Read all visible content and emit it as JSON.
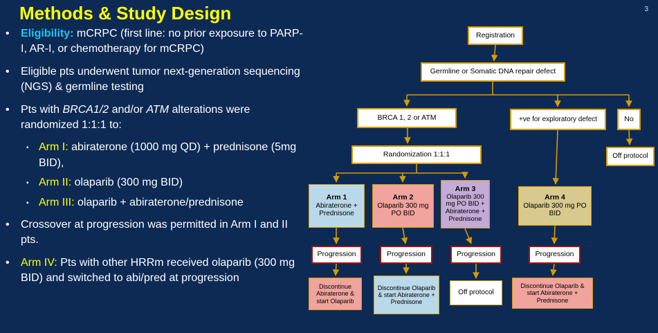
{
  "slide": {
    "title": "Methods & Study Design",
    "page_number": "3",
    "background_color": "#0d2a55",
    "title_color": "#ffff00",
    "accent_cyan": "#1fc4f2",
    "accent_yellow": "#ffff00"
  },
  "markers": {
    "bullet": "•",
    "sub_bullet": "▪"
  },
  "bullets": {
    "b1": {
      "lead": "Eligibility:",
      "text": "mCRPC (first line: no prior exposure to PARP-I, AR-I, or chemotherapy for mCRPC)"
    },
    "b2": {
      "text": "Eligible pts underwent tumor next-generation sequencing (NGS) & germline testing"
    },
    "b3": {
      "pre": "Pts with ",
      "italic1": "BRCA1/2",
      "mid": " and/or ",
      "italic2": "ATM",
      "post": " alterations were randomized 1:1:1 to:"
    },
    "sub1": {
      "lead": "Arm I:",
      "text": "abiraterone (1000 mg QD) + prednisone (5mg BID),"
    },
    "sub2": {
      "lead": "Arm II:",
      "text": "olaparib (300 mg BID)"
    },
    "sub3": {
      "lead": "Arm III:",
      "text": "olaparib + abiraterone/prednisone"
    },
    "b4": {
      "text": "Crossover at progression was permitted in Arm I and II pts."
    },
    "b5": {
      "lead": "Arm IV:",
      "text": "Pts with other HRRm received olaparib (300 mg BID) and switched to abi/pred at progression"
    }
  },
  "flowchart": {
    "arrow_color": "#d79b00",
    "progression_border_color": "#9e1414",
    "registration": "Registration",
    "dna_defect": "Germline or Somatic DNA repair defect",
    "brca_branch": "BRCA 1, 2 or ATM",
    "exploratory_branch": "+ve for exploratory defect",
    "no_branch": "No",
    "off_protocol_top": "Off protocol",
    "randomization": "Randomization 1:1:1",
    "arm1": {
      "title": "Arm 1",
      "body": "Abiraterone + Prednisone",
      "fill": "#b9d9ea"
    },
    "arm2": {
      "title": "Arm 2",
      "body": "Olaparib 300 mg PO BID",
      "fill": "#f1a39d"
    },
    "arm3": {
      "title": "Arm 3",
      "body": "Olaparib 300 mg PO BID + Abiraterone + Prednisone",
      "fill": "#c4aad6"
    },
    "arm4": {
      "title": "Arm 4",
      "body": "Olaparib 300 mg PO BID",
      "fill": "#d8c98e"
    },
    "progression1": "Progression",
    "progression2": "Progression",
    "progression3": "Progression",
    "progression4": "Progression",
    "outcome1": {
      "text": "Discontinue Abiraterone & start Olaparib",
      "fill": "#f1a39d"
    },
    "outcome2": {
      "text": "Discontinue Olaparib & start Abiraterone + Prednisone",
      "fill": "#b9d9ea"
    },
    "outcome3": {
      "text": "Off protocol",
      "fill": "#ffffff"
    },
    "outcome4": {
      "text": "Discontinue Olaparib & start Abiraterone + Prednisone",
      "fill": "#f1a39d"
    }
  }
}
